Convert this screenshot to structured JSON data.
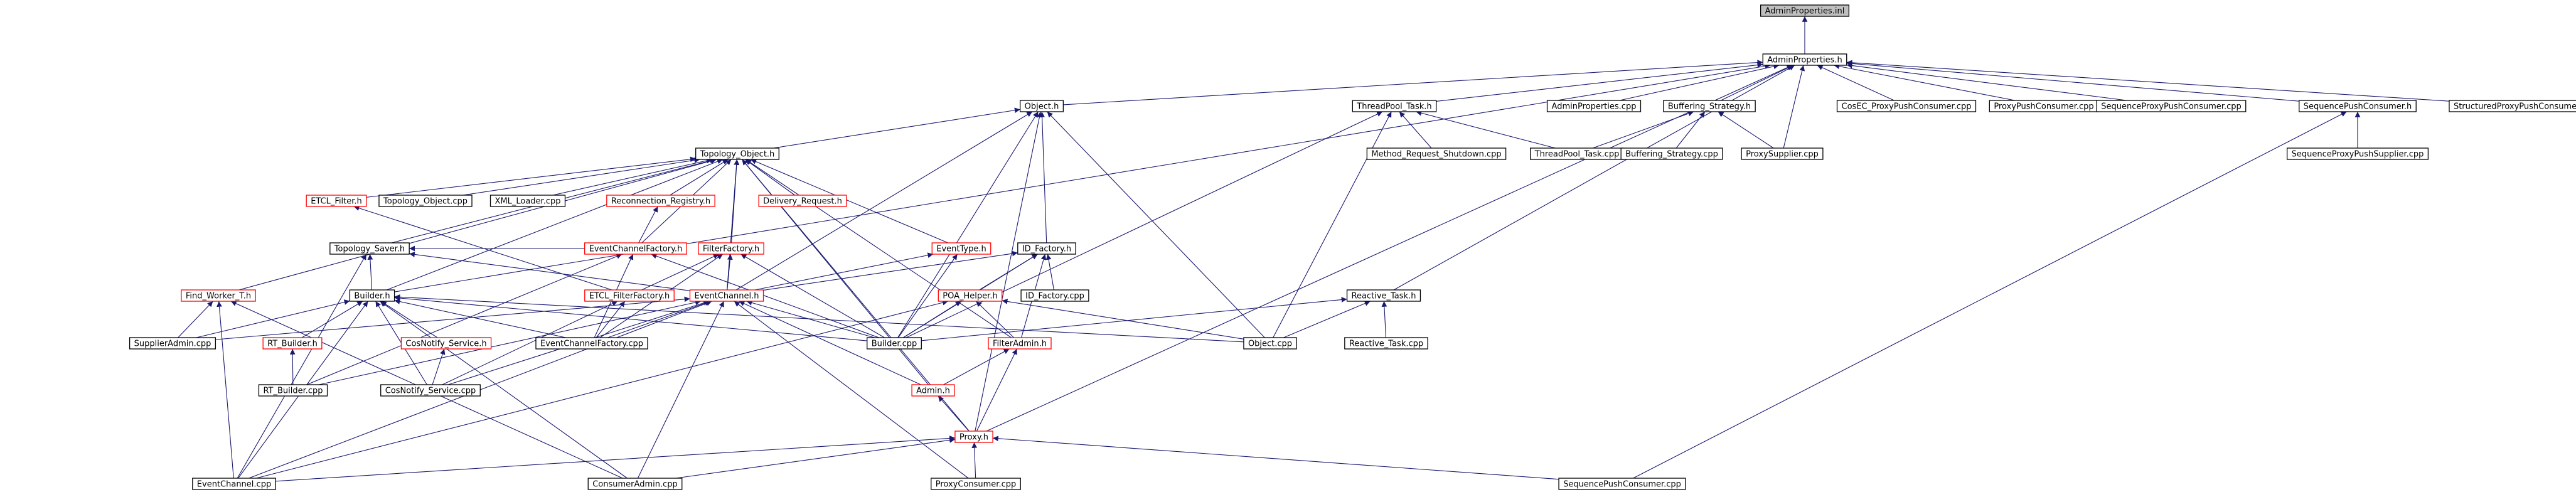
{
  "title": "AdminProperties.inl",
  "colors": {
    "edge": "#191970",
    "arrowhead": "#191970",
    "focus_fill": "#bfbfbf",
    "focus_border": "#000000",
    "node_border_documented": "#000000",
    "node_border_truncated": "#ff0000",
    "node_fill": "#ffffff"
  },
  "nodes": [
    {
      "id": "n_inl",
      "label": "AdminProperties.inl",
      "style": "focus"
    },
    {
      "id": "n_admprop_h",
      "label": "AdminProperties.h",
      "style": "normal"
    },
    {
      "id": "n_object_h",
      "label": "Object.h",
      "style": "normal"
    },
    {
      "id": "n_tpt_h",
      "label": "ThreadPool_Task.h",
      "style": "normal"
    },
    {
      "id": "n_admprop_cpp",
      "label": "AdminProperties.cpp",
      "style": "normal"
    },
    {
      "id": "n_buf_h",
      "label": "Buffering_Strategy.h",
      "style": "normal"
    },
    {
      "id": "n_cosec_cpp",
      "label": "CosEC_ProxyPushConsumer.cpp",
      "style": "normal"
    },
    {
      "id": "n_ppc_cpp",
      "label": "ProxyPushConsumer.cpp",
      "style": "normal"
    },
    {
      "id": "n_sppc_cpp",
      "label": "SequenceProxyPushConsumer.cpp",
      "style": "normal"
    },
    {
      "id": "n_spc_h",
      "label": "SequencePushConsumer.h",
      "style": "normal"
    },
    {
      "id": "n_strppc_cpp",
      "label": "StructuredProxyPushConsumer.cpp",
      "style": "normal"
    },
    {
      "id": "n_topo_h",
      "label": "Topology_Object.h",
      "style": "normal"
    },
    {
      "id": "n_mrs_cpp",
      "label": "Method_Request_Shutdown.cpp",
      "style": "normal"
    },
    {
      "id": "n_tpt_cpp",
      "label": "ThreadPool_Task.cpp",
      "style": "normal"
    },
    {
      "id": "n_buf_cpp",
      "label": "Buffering_Strategy.cpp",
      "style": "normal"
    },
    {
      "id": "n_ps_cpp",
      "label": "ProxySupplier.cpp",
      "style": "normal"
    },
    {
      "id": "n_spps_cpp",
      "label": "SequenceProxyPushSupplier.cpp",
      "style": "normal"
    },
    {
      "id": "n_etclf_h",
      "label": "ETCL_Filter.h",
      "style": "truncated"
    },
    {
      "id": "n_topo_cpp",
      "label": "Topology_Object.cpp",
      "style": "normal"
    },
    {
      "id": "n_xml_cpp",
      "label": "XML_Loader.cpp",
      "style": "normal"
    },
    {
      "id": "n_reconn_h",
      "label": "Reconnection_Registry.h",
      "style": "truncated"
    },
    {
      "id": "n_delreq_h",
      "label": "Delivery_Request.h",
      "style": "truncated"
    },
    {
      "id": "n_tsaver_h",
      "label": "Topology_Saver.h",
      "style": "normal"
    },
    {
      "id": "n_ecf_h",
      "label": "EventChannelFactory.h",
      "style": "truncated"
    },
    {
      "id": "n_ff_h",
      "label": "FilterFactory.h",
      "style": "truncated"
    },
    {
      "id": "n_et_h",
      "label": "EventType.h",
      "style": "truncated"
    },
    {
      "id": "n_idf_h",
      "label": "ID_Factory.h",
      "style": "normal"
    },
    {
      "id": "n_fwt_h",
      "label": "Find_Worker_T.h",
      "style": "truncated"
    },
    {
      "id": "n_builder_h",
      "label": "Builder.h",
      "style": "normal"
    },
    {
      "id": "n_etclff_h",
      "label": "ETCL_FilterFactory.h",
      "style": "truncated"
    },
    {
      "id": "n_ec_h",
      "label": "EventChannel.h",
      "style": "truncated"
    },
    {
      "id": "n_poa_h",
      "label": "POA_Helper.h",
      "style": "truncated"
    },
    {
      "id": "n_idf_cpp",
      "label": "ID_Factory.cpp",
      "style": "normal"
    },
    {
      "id": "n_rt_h",
      "label": "Reactive_Task.h",
      "style": "normal"
    },
    {
      "id": "n_sa_cpp",
      "label": "SupplierAdmin.cpp",
      "style": "normal"
    },
    {
      "id": "n_rtb_h",
      "label": "RT_Builder.h",
      "style": "truncated"
    },
    {
      "id": "n_cns_h",
      "label": "CosNotify_Service.h",
      "style": "truncated"
    },
    {
      "id": "n_ecf_cpp",
      "label": "EventChannelFactory.cpp",
      "style": "normal"
    },
    {
      "id": "n_builder_cpp",
      "label": "Builder.cpp",
      "style": "normal"
    },
    {
      "id": "n_fa_h",
      "label": "FilterAdmin.h",
      "style": "truncated"
    },
    {
      "id": "n_object_cpp",
      "label": "Object.cpp",
      "style": "normal"
    },
    {
      "id": "n_rt_cpp",
      "label": "Reactive_Task.cpp",
      "style": "normal"
    },
    {
      "id": "n_rtb_cpp",
      "label": "RT_Builder.cpp",
      "style": "normal"
    },
    {
      "id": "n_cns_cpp",
      "label": "CosNotify_Service.cpp",
      "style": "normal"
    },
    {
      "id": "n_admin_h",
      "label": "Admin.h",
      "style": "truncated"
    },
    {
      "id": "n_proxy_h",
      "label": "Proxy.h",
      "style": "truncated"
    },
    {
      "id": "n_ec_cpp",
      "label": "EventChannel.cpp",
      "style": "normal"
    },
    {
      "id": "n_ca_cpp",
      "label": "ConsumerAdmin.cpp",
      "style": "normal"
    },
    {
      "id": "n_pc_cpp",
      "label": "ProxyConsumer.cpp",
      "style": "normal"
    },
    {
      "id": "n_spsc_cpp",
      "label": "SequencePushConsumer.cpp",
      "style": "normal"
    }
  ],
  "edges": [
    [
      "n_admprop_h",
      "n_inl"
    ],
    [
      "n_object_h",
      "n_admprop_h"
    ],
    [
      "n_tpt_h",
      "n_admprop_h"
    ],
    [
      "n_admprop_cpp",
      "n_admprop_h"
    ],
    [
      "n_buf_h",
      "n_admprop_h"
    ],
    [
      "n_cosec_cpp",
      "n_admprop_h"
    ],
    [
      "n_ppc_cpp",
      "n_admprop_h"
    ],
    [
      "n_sppc_cpp",
      "n_admprop_h"
    ],
    [
      "n_spc_h",
      "n_admprop_h"
    ],
    [
      "n_strppc_cpp",
      "n_admprop_h"
    ],
    [
      "n_ps_cpp",
      "n_admprop_h"
    ],
    [
      "n_rt_h",
      "n_admprop_h"
    ],
    [
      "n_proxy_h",
      "n_admprop_h"
    ],
    [
      "n_builder_h",
      "n_admprop_h"
    ],
    [
      "n_topo_h",
      "n_object_h"
    ],
    [
      "n_idf_h",
      "n_object_h"
    ],
    [
      "n_ec_h",
      "n_object_h"
    ],
    [
      "n_builder_cpp",
      "n_object_h"
    ],
    [
      "n_object_cpp",
      "n_object_h"
    ],
    [
      "n_proxy_h",
      "n_object_h"
    ],
    [
      "n_mrs_cpp",
      "n_tpt_h"
    ],
    [
      "n_tpt_cpp",
      "n_tpt_h"
    ],
    [
      "n_builder_cpp",
      "n_tpt_h"
    ],
    [
      "n_object_cpp",
      "n_tpt_h"
    ],
    [
      "n_tpt_cpp",
      "n_buf_h"
    ],
    [
      "n_buf_cpp",
      "n_buf_h"
    ],
    [
      "n_ps_cpp",
      "n_buf_h"
    ],
    [
      "n_spps_cpp",
      "n_spc_h"
    ],
    [
      "n_spsc_cpp",
      "n_spc_h"
    ],
    [
      "n_etclf_h",
      "n_topo_h"
    ],
    [
      "n_topo_cpp",
      "n_topo_h"
    ],
    [
      "n_xml_cpp",
      "n_topo_h"
    ],
    [
      "n_reconn_h",
      "n_topo_h"
    ],
    [
      "n_delreq_h",
      "n_topo_h"
    ],
    [
      "n_tsaver_h",
      "n_topo_h"
    ],
    [
      "n_ecf_h",
      "n_topo_h"
    ],
    [
      "n_ff_h",
      "n_topo_h"
    ],
    [
      "n_et_h",
      "n_topo_h"
    ],
    [
      "n_fwt_h",
      "n_topo_h"
    ],
    [
      "n_ec_h",
      "n_topo_h"
    ],
    [
      "n_fa_h",
      "n_topo_h"
    ],
    [
      "n_admin_h",
      "n_topo_h"
    ],
    [
      "n_proxy_h",
      "n_topo_h"
    ],
    [
      "n_builder_h",
      "n_topo_h"
    ],
    [
      "n_etclff_h",
      "n_etclf_h"
    ],
    [
      "n_ecf_h",
      "n_reconn_h"
    ],
    [
      "n_ecf_h",
      "n_tsaver_h"
    ],
    [
      "n_ec_h",
      "n_tsaver_h"
    ],
    [
      "n_ec_cpp",
      "n_tsaver_h"
    ],
    [
      "n_builder_h",
      "n_tsaver_h"
    ],
    [
      "n_builder_cpp",
      "n_ecf_h"
    ],
    [
      "n_ecf_cpp",
      "n_ecf_h"
    ],
    [
      "n_rtb_cpp",
      "n_ecf_h"
    ],
    [
      "n_etclff_h",
      "n_ff_h"
    ],
    [
      "n_ec_h",
      "n_ff_h"
    ],
    [
      "n_ecf_cpp",
      "n_ff_h"
    ],
    [
      "n_builder_cpp",
      "n_ff_h"
    ],
    [
      "n_builder_cpp",
      "n_et_h"
    ],
    [
      "n_ec_h",
      "n_et_h"
    ],
    [
      "n_idf_cpp",
      "n_idf_h"
    ],
    [
      "n_builder_cpp",
      "n_idf_h"
    ],
    [
      "n_ec_h",
      "n_idf_h"
    ],
    [
      "n_fa_h",
      "n_idf_h"
    ],
    [
      "n_poa_h",
      "n_idf_h"
    ],
    [
      "n_sa_cpp",
      "n_fwt_h"
    ],
    [
      "n_ec_cpp",
      "n_fwt_h"
    ],
    [
      "n_ca_cpp",
      "n_fwt_h"
    ],
    [
      "n_rtb_h",
      "n_builder_h"
    ],
    [
      "n_cns_h",
      "n_builder_h"
    ],
    [
      "n_sa_cpp",
      "n_builder_h"
    ],
    [
      "n_ecf_cpp",
      "n_builder_h"
    ],
    [
      "n_builder_cpp",
      "n_builder_h"
    ],
    [
      "n_ec_cpp",
      "n_builder_h"
    ],
    [
      "n_ca_cpp",
      "n_builder_h"
    ],
    [
      "n_cns_cpp",
      "n_builder_h"
    ],
    [
      "n_object_cpp",
      "n_builder_h"
    ],
    [
      "n_ecf_cpp",
      "n_etclff_h"
    ],
    [
      "n_cns_cpp",
      "n_etclff_h"
    ],
    [
      "n_sa_cpp",
      "n_ec_h"
    ],
    [
      "n_ecf_cpp",
      "n_ec_h"
    ],
    [
      "n_builder_cpp",
      "n_ec_h"
    ],
    [
      "n_admin_h",
      "n_ec_h"
    ],
    [
      "n_ec_cpp",
      "n_ec_h"
    ],
    [
      "n_ca_cpp",
      "n_ec_h"
    ],
    [
      "n_pc_cpp",
      "n_ec_h"
    ],
    [
      "n_rtb_cpp",
      "n_ec_h"
    ],
    [
      "n_cns_cpp",
      "n_ec_h"
    ],
    [
      "n_builder_cpp",
      "n_poa_h"
    ],
    [
      "n_object_cpp",
      "n_poa_h"
    ],
    [
      "n_ec_cpp",
      "n_poa_h"
    ],
    [
      "n_fa_h",
      "n_poa_h"
    ],
    [
      "n_builder_cpp",
      "n_rt_h"
    ],
    [
      "n_object_cpp",
      "n_rt_h"
    ],
    [
      "n_rt_cpp",
      "n_rt_h"
    ],
    [
      "n_rtb_cpp",
      "n_rtb_h"
    ],
    [
      "n_cns_cpp",
      "n_cns_h"
    ],
    [
      "n_admin_h",
      "n_fa_h"
    ],
    [
      "n_proxy_h",
      "n_fa_h"
    ],
    [
      "n_proxy_h",
      "n_admin_h"
    ],
    [
      "n_ec_cpp",
      "n_proxy_h"
    ],
    [
      "n_ca_cpp",
      "n_proxy_h"
    ],
    [
      "n_pc_cpp",
      "n_proxy_h"
    ],
    [
      "n_spsc_cpp",
      "n_proxy_h"
    ]
  ]
}
